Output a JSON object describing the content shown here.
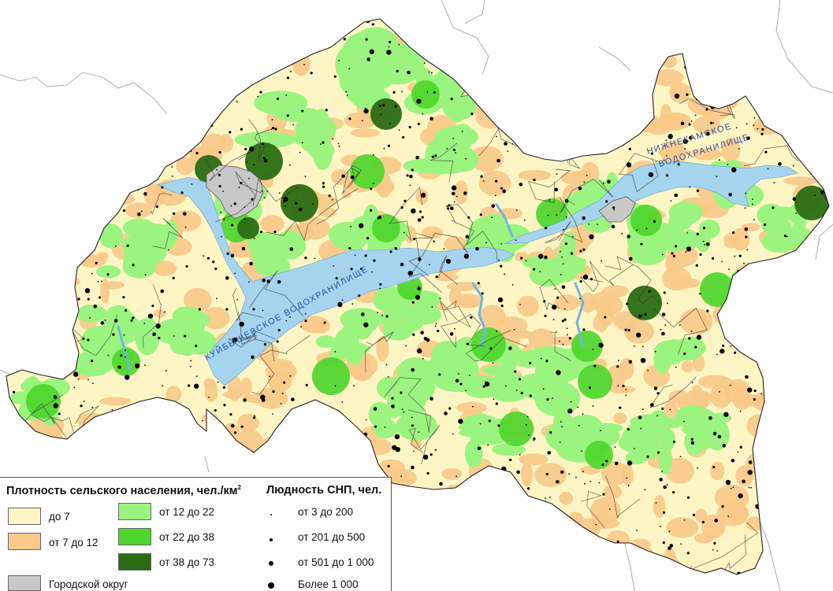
{
  "colors": {
    "water": "#a6d4ef",
    "density_lt7": "#fdf6c4",
    "density_7_12": "#f8c98a",
    "density_12_22": "#9cf480",
    "density_22_38": "#4ed62e",
    "density_38_73": "#2b6b14",
    "urban": "#c8c8c8",
    "boundary": "#333333"
  },
  "map": {
    "reservoirs": [
      {
        "id": "kuibyshev",
        "label": "КУЙБЫШЕВСКОЕ ВОДОХРАНИЛИЩЕ"
      },
      {
        "id": "nizhnekamsk",
        "label_line1": "НИЖНЕКАМСКОЕ",
        "label_line2": "ВОДОХРАНИЛИЩЕ"
      }
    ]
  },
  "legend": {
    "density": {
      "title": "Плотность сельского населения, чел./км",
      "title_sup": "2",
      "items": [
        {
          "label": "до 7"
        },
        {
          "label": "от 7 до 12"
        },
        {
          "label": "от 12 до 22"
        },
        {
          "label": "от 22 до 38"
        },
        {
          "label": "от 38 до 73"
        }
      ]
    },
    "urban": {
      "label": "Городской округ"
    },
    "settlements": {
      "title": "Людность СНП, чел.",
      "items": [
        {
          "label": "от 3 до 200"
        },
        {
          "label": "от 201 до 500"
        },
        {
          "label": "от 501 до 1 000"
        },
        {
          "label": "Более 1 000"
        }
      ]
    }
  }
}
